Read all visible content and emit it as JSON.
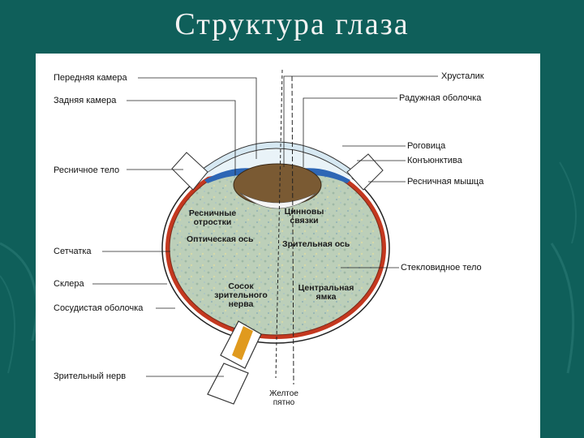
{
  "title": "Структура глаза",
  "labels": {
    "anterior_chamber": "Передняя камера",
    "posterior_chamber": "Задняя камера",
    "ciliary_body": "Ресничное тело",
    "retina": "Сетчатка",
    "sclera": "Склера",
    "choroid": "Сосудистая оболочка",
    "optic_nerve": "Зрительный  нерв",
    "lens": "Хрусталик",
    "iris": "Радужная оболочка",
    "cornea": "Роговица",
    "conjunctiva": "Конъюнктива",
    "ciliary_muscle": "Ресничная мышца",
    "vitreous_body": "Стекловидное тело",
    "ciliary_processes_1": "Ресничные",
    "ciliary_processes_2": "отростки",
    "optic_axis": "Оптическая ось",
    "zonule_1": "Цинновы",
    "zonule_2": "связки",
    "visual_axis": "Зрительная ось",
    "optic_disc_1": "Сосок",
    "optic_disc_2": "зрительного",
    "optic_disc_3": "нерва",
    "fovea_1": "Центральная",
    "fovea_2": "ямка",
    "macula_1": "Желтое",
    "macula_2": "пятно"
  },
  "colors": {
    "background": "#0f5f5a",
    "panel": "#ffffff",
    "sclera_red": "#c4381f",
    "vitreous": "#b9ccb7",
    "lens_brown": "#7a5a33",
    "iris_blue": "#2d66b5",
    "cornea_blue": "#d6e8f2",
    "nerve_orange": "#e09a1e"
  }
}
